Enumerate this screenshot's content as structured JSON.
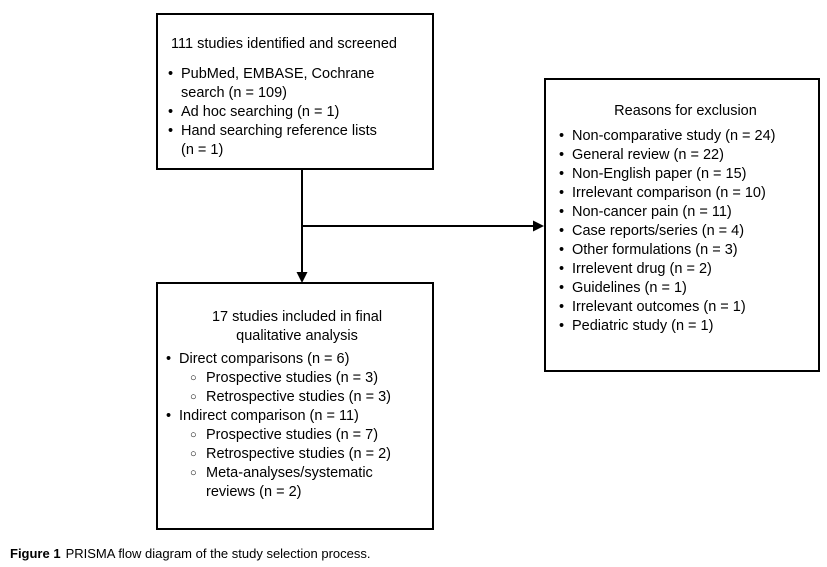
{
  "figure": {
    "caption_label": "Figure 1",
    "caption_text": "PRISMA flow diagram of the study selection process."
  },
  "colors": {
    "line": "#000000",
    "background": "#ffffff",
    "text": "#000000"
  },
  "boxes": {
    "identified": {
      "title": "111 studies identified and screened",
      "items": [
        {
          "marker": "•",
          "text": "PubMed, EMBASE, Cochrane\nsearch (n = 109)"
        },
        {
          "marker": "•",
          "text": "Ad hoc searching (n = 1)"
        },
        {
          "marker": "•",
          "text": "Hand searching reference lists\n(n = 1)"
        }
      ]
    },
    "exclusion": {
      "title": "Reasons for exclusion",
      "items": [
        {
          "marker": "•",
          "text": "Non-comparative study (n = 24)"
        },
        {
          "marker": "•",
          "text": "General review (n = 22)"
        },
        {
          "marker": "•",
          "text": "Non-English paper (n = 15)"
        },
        {
          "marker": "•",
          "text": "Irrelevant comparison (n = 10)"
        },
        {
          "marker": "•",
          "text": "Non-cancer pain (n = 11)"
        },
        {
          "marker": "•",
          "text": "Case reports/series (n = 4)"
        },
        {
          "marker": "•",
          "text": "Other formulations (n = 3)"
        },
        {
          "marker": "•",
          "text": "Irrelevent drug (n = 2)"
        },
        {
          "marker": "•",
          "text": "Guidelines (n = 1)"
        },
        {
          "marker": "•",
          "text": "Irrelevant outcomes (n = 1)"
        },
        {
          "marker": "•",
          "text": "Pediatric study (n = 1)"
        }
      ]
    },
    "included": {
      "title": "17 studies included in final\nqualitative analysis",
      "items": [
        {
          "marker": "•",
          "level": 1,
          "text": "Direct comparisons (n = 6)"
        },
        {
          "marker": "○",
          "level": 2,
          "text": "Prospective studies (n = 3)"
        },
        {
          "marker": "○",
          "level": 2,
          "text": "Retrospective studies (n = 3)"
        },
        {
          "marker": "•",
          "level": 1,
          "text": "Indirect comparison (n = 11)"
        },
        {
          "marker": "○",
          "level": 2,
          "text": "Prospective studies (n = 7)"
        },
        {
          "marker": "○",
          "level": 2,
          "text": "Retrospective studies (n = 2)"
        },
        {
          "marker": "○",
          "level": 2,
          "text": "Meta-analyses/systematic\nreviews (n = 2)"
        }
      ]
    }
  }
}
